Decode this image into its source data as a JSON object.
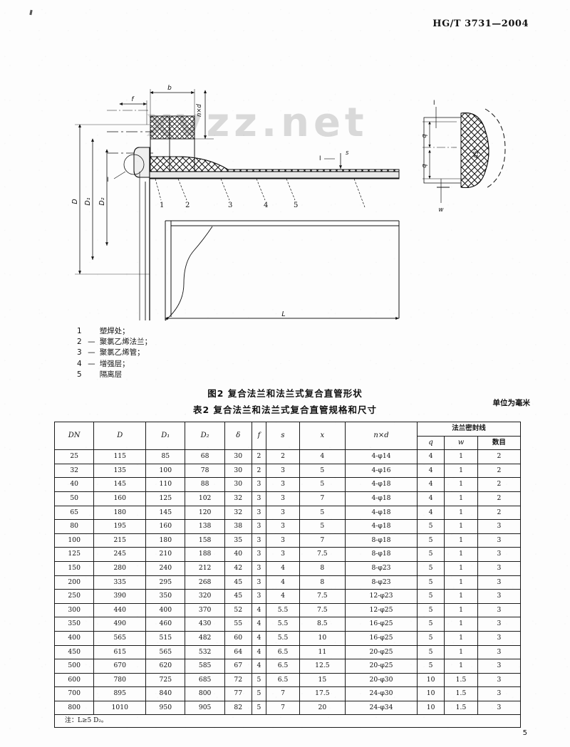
{
  "document": {
    "standard_number": "HG/T 3731—2004",
    "page_number": "5",
    "watermark": "xvzz.net"
  },
  "figure": {
    "caption": "图2  复合法兰和法兰式复合直管形状",
    "callouts": [
      "1",
      "2",
      "3",
      "4",
      "5"
    ],
    "dimension_labels": {
      "f": "f",
      "b": "b",
      "D": "D",
      "D1": "D₁",
      "D2": "D₂",
      "L": "L",
      "s": "s",
      "x": "x",
      "delta": "δ",
      "q": "q",
      "w": "w",
      "nd": "n×d"
    },
    "legend": [
      {
        "num": "1",
        "text": "塑焊处；"
      },
      {
        "num": "2",
        "text": "聚氯乙烯法兰；"
      },
      {
        "num": "3",
        "text": "聚氯乙烯管；"
      },
      {
        "num": "4",
        "text": "增强层；"
      },
      {
        "num": "5",
        "text": "隔离层"
      }
    ]
  },
  "table": {
    "caption": "表2   复合法兰和法兰式复合直管规格和尺寸",
    "unit_note": "单位为毫米",
    "group_header": "法兰密封线",
    "columns": [
      "DN",
      "D",
      "D₁",
      "D₂",
      "δ",
      "f",
      "s",
      "x",
      "n×d"
    ],
    "sub_columns": [
      "q",
      "w"
    ],
    "count_column": "数目",
    "footnote": "注：L≥5 D₂。",
    "rows": [
      {
        "DN": "25",
        "D": "115",
        "D1": "85",
        "D2": "68",
        "delta": "30",
        "f": "2",
        "s": "2",
        "x": "4",
        "nd": "4-φ14",
        "q": "4",
        "w": "1",
        "count": "2"
      },
      {
        "DN": "32",
        "D": "135",
        "D1": "100",
        "D2": "78",
        "delta": "30",
        "f": "2",
        "s": "3",
        "x": "5",
        "nd": "4-φ16",
        "q": "4",
        "w": "1",
        "count": "2"
      },
      {
        "DN": "40",
        "D": "145",
        "D1": "110",
        "D2": "88",
        "delta": "30",
        "f": "3",
        "s": "3",
        "x": "5",
        "nd": "4-φ18",
        "q": "4",
        "w": "1",
        "count": "2"
      },
      {
        "DN": "50",
        "D": "160",
        "D1": "125",
        "D2": "102",
        "delta": "32",
        "f": "3",
        "s": "3",
        "x": "7",
        "nd": "4-φ18",
        "q": "4",
        "w": "1",
        "count": "2"
      },
      {
        "DN": "65",
        "D": "180",
        "D1": "145",
        "D2": "120",
        "delta": "32",
        "f": "3",
        "s": "3",
        "x": "5",
        "nd": "4-φ18",
        "q": "4",
        "w": "1",
        "count": "2"
      },
      {
        "DN": "80",
        "D": "195",
        "D1": "160",
        "D2": "138",
        "delta": "38",
        "f": "3",
        "s": "3",
        "x": "5",
        "nd": "4-φ18",
        "q": "5",
        "w": "1",
        "count": "3"
      },
      {
        "DN": "100",
        "D": "215",
        "D1": "180",
        "D2": "158",
        "delta": "35",
        "f": "3",
        "s": "3",
        "x": "7",
        "nd": "8-φ18",
        "q": "5",
        "w": "1",
        "count": "3"
      },
      {
        "DN": "125",
        "D": "245",
        "D1": "210",
        "D2": "188",
        "delta": "40",
        "f": "3",
        "s": "3",
        "x": "7.5",
        "nd": "8-φ18",
        "q": "5",
        "w": "1",
        "count": "3"
      },
      {
        "DN": "150",
        "D": "280",
        "D1": "240",
        "D2": "212",
        "delta": "42",
        "f": "3",
        "s": "4",
        "x": "8",
        "nd": "8-φ23",
        "q": "5",
        "w": "1",
        "count": "3"
      },
      {
        "DN": "200",
        "D": "335",
        "D1": "295",
        "D2": "268",
        "delta": "45",
        "f": "3",
        "s": "4",
        "x": "8",
        "nd": "8-φ23",
        "q": "5",
        "w": "1",
        "count": "3"
      },
      {
        "DN": "250",
        "D": "390",
        "D1": "350",
        "D2": "320",
        "delta": "45",
        "f": "3",
        "s": "4",
        "x": "7.5",
        "nd": "12-φ23",
        "q": "5",
        "w": "1",
        "count": "3"
      },
      {
        "DN": "300",
        "D": "440",
        "D1": "400",
        "D2": "370",
        "delta": "52",
        "f": "4",
        "s": "5.5",
        "x": "7.5",
        "nd": "12-φ25",
        "q": "5",
        "w": "1",
        "count": "3"
      },
      {
        "DN": "350",
        "D": "490",
        "D1": "460",
        "D2": "430",
        "delta": "55",
        "f": "4",
        "s": "5.5",
        "x": "8.5",
        "nd": "16-φ25",
        "q": "5",
        "w": "1",
        "count": "3"
      },
      {
        "DN": "400",
        "D": "565",
        "D1": "515",
        "D2": "482",
        "delta": "60",
        "f": "4",
        "s": "5.5",
        "x": "10",
        "nd": "16-φ25",
        "q": "5",
        "w": "1",
        "count": "3"
      },
      {
        "DN": "450",
        "D": "615",
        "D1": "565",
        "D2": "532",
        "delta": "64",
        "f": "4",
        "s": "6.5",
        "x": "11",
        "nd": "20-φ25",
        "q": "5",
        "w": "1",
        "count": "3"
      },
      {
        "DN": "500",
        "D": "670",
        "D1": "620",
        "D2": "585",
        "delta": "67",
        "f": "4",
        "s": "6.5",
        "x": "12.5",
        "nd": "20-φ25",
        "q": "5",
        "w": "1",
        "count": "3"
      },
      {
        "DN": "600",
        "D": "780",
        "D1": "725",
        "D2": "685",
        "delta": "72",
        "f": "5",
        "s": "6.5",
        "x": "15",
        "nd": "20-φ30",
        "q": "10",
        "w": "1.5",
        "count": "3"
      },
      {
        "DN": "700",
        "D": "895",
        "D1": "840",
        "D2": "800",
        "delta": "77",
        "f": "5",
        "s": "7",
        "x": "17.5",
        "nd": "24-φ30",
        "q": "10",
        "w": "1.5",
        "count": "3"
      },
      {
        "DN": "800",
        "D": "1010",
        "D1": "950",
        "D2": "905",
        "delta": "82",
        "f": "5",
        "s": "7",
        "x": "20",
        "nd": "24-φ34",
        "q": "10",
        "w": "1.5",
        "count": "3"
      }
    ]
  }
}
